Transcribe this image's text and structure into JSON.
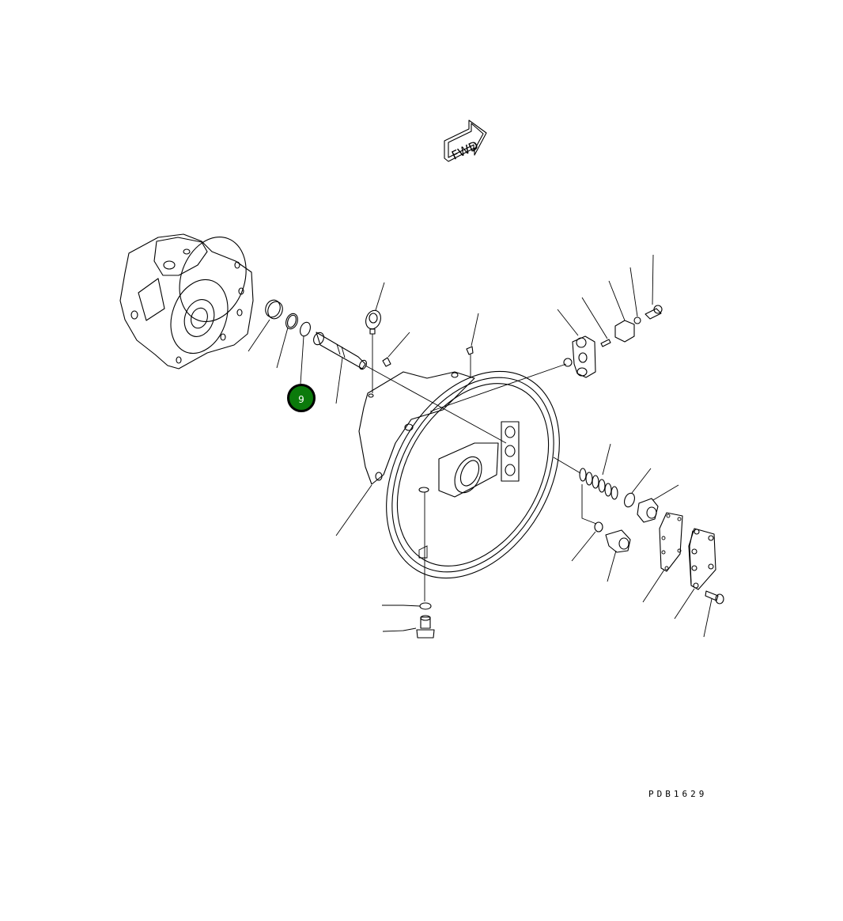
{
  "diagram": {
    "type": "exploded-parts-view",
    "direction_indicator": {
      "label": "FWD",
      "icon": "forward-arrow-icon"
    },
    "callouts": [
      {
        "number": "9",
        "color": "#0b7a0b",
        "border": "#000000",
        "target": "o-ring"
      }
    ],
    "drawing_code": "PDB1629",
    "components": [
      "pump-assembly",
      "plug",
      "backup-ring",
      "o-ring",
      "pin",
      "eye-bolt",
      "grease-fitting",
      "breather-plug",
      "flywheel-housing",
      "sensor-bracket-assembly",
      "dowel-pin",
      "bracket",
      "washer",
      "bolt",
      "spring",
      "o-ring-2",
      "plug-2",
      "o-ring-3",
      "elbow-fitting",
      "gasket",
      "cover",
      "cover-bolt",
      "o-ring-drain",
      "drain-plug"
    ]
  }
}
